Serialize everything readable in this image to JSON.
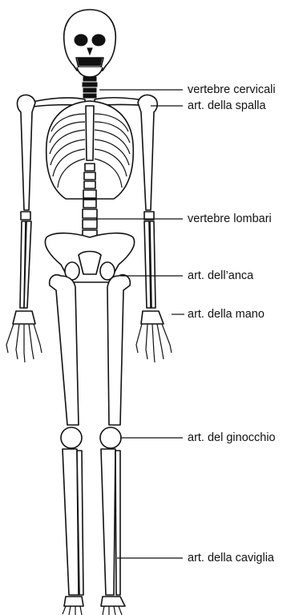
{
  "labels": {
    "cervical": "vertebre cervicali",
    "shoulder": "art. della spalla",
    "lumbar": "vertebre lombari",
    "hip": "art. dell’anca",
    "hand": "art. della mano",
    "knee": "art. del ginocchio",
    "ankle": "art. della caviglia"
  }
}
